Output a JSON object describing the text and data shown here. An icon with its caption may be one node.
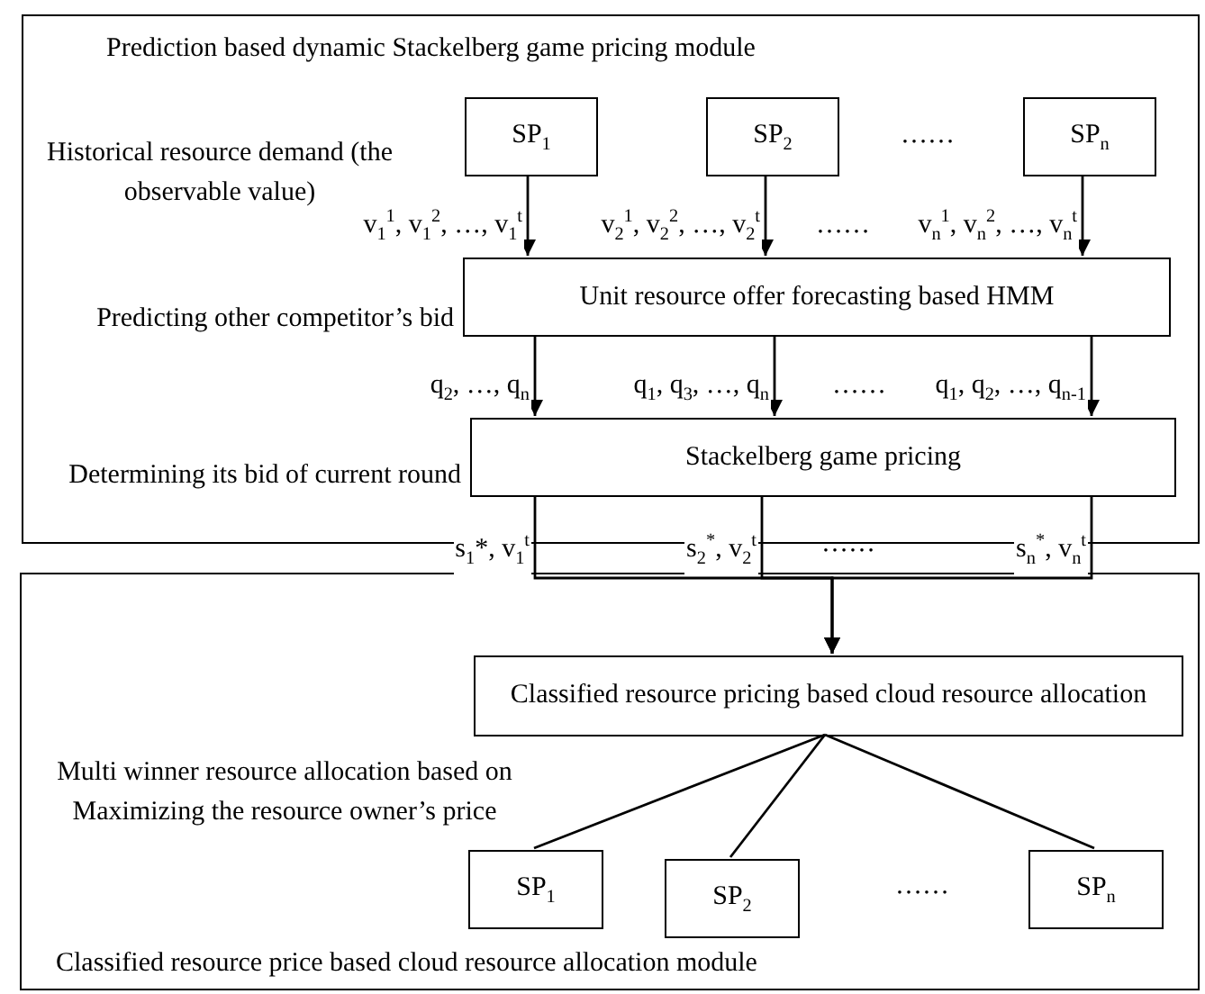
{
  "diagram": {
    "nodes": [
      {
        "text": [
          "Prediction based dynamic Stackelberg game pricing module"
        ]
      },
      {
        "text": [
          "SP$_{1}$"
        ],
        "in": 0
      },
      {
        "text": [
          "SP$_{2}$"
        ],
        "in": 0
      },
      {
        "text": [
          "SP$_{n}$"
        ],
        "in": 0
      },
      {
        "text": [
          "Unit resource offer forecasting based HMM"
        ],
        "in": 0
      },
      {
        "text": [
          "Stackelberg game pricing"
        ],
        "in": 0
      },
      {
        "text": [
          "Classified resource price based cloud resource allocation module"
        ]
      },
      {
        "text": [
          "Classified resource pricing based cloud resource allocation"
        ],
        "in": 6
      },
      {
        "text": [
          "SP$_{1}$"
        ],
        "in": 6
      },
      {
        "text": [
          "SP$_{2}$"
        ],
        "in": 6
      },
      {
        "text": [
          "SP$_{n}$"
        ],
        "in": 6
      }
    ],
    "edges": [
      {
        "from": 1,
        "to": 4,
        "arrow": "to",
        "label": "v$_{1}$$^{1}$, v$_{1}$$^{2}$, …, v$_{1}$$^{t}$"
      },
      {
        "from": 2,
        "to": 4,
        "arrow": "to",
        "label": "v$_{2}$$^{1}$, v$_{2}$$^{2}$, …, v$_{2}$$^{t}$"
      },
      {
        "from": 3,
        "to": 4,
        "arrow": "to",
        "label": "v$_{n}$$^{1}$, v$_{n}$$^{2}$, …, v$_{n}$$^{t}$"
      },
      {
        "from": 4,
        "to": 5,
        "arrow": "to",
        "label": "q$_{2}$, …, q$_{n}$"
      },
      {
        "from": 4,
        "to": 5,
        "arrow": "to",
        "label": "q$_{1}$, q$_{3}$, …, q$_{n}$"
      },
      {
        "from": 4,
        "to": 5,
        "arrow": "to",
        "label": "q$_{1}$, q$_{2}$, …, q$_{n-1}$"
      },
      {
        "from": 5,
        "to": 7,
        "arrow": "to",
        "label": "s$_{1}$*, v$_{1}$$^{t}$"
      },
      {
        "from": 5,
        "to": 7,
        "arrow": "to",
        "label": "s$_{2}$$^{*}$, v$_{2}$$^{t}$"
      },
      {
        "from": 5,
        "to": 7,
        "arrow": "to",
        "label": "s$_{n}$$^{*}$,  v$_{n}$$^{t}$"
      },
      {
        "from": 7,
        "to": 8,
        "arrow": "none"
      },
      {
        "from": 7,
        "to": 9,
        "arrow": "none"
      },
      {
        "from": 7,
        "to": 10,
        "arrow": "none"
      }
    ],
    "labels": [
      "Historical resource demand (the observable value)",
      "……",
      "……",
      "Predicting other competitor’s bid",
      "……",
      "Determining its bid of current round",
      "……",
      "Multi winner resource allocation based on Maximizing the resource owner’s price",
      "……"
    ]
  }
}
